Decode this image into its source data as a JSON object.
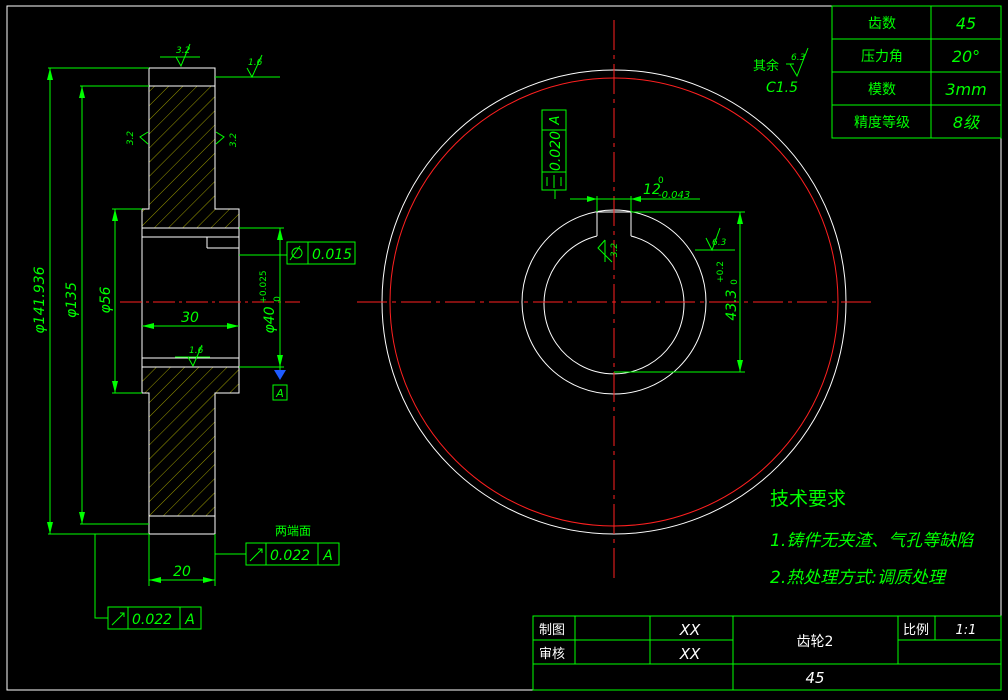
{
  "gear_table": {
    "rows": [
      {
        "label": "齿数",
        "value": "45"
      },
      {
        "label": "压力角",
        "value": "20°"
      },
      {
        "label": "模数",
        "value": "3mm"
      },
      {
        "label": "精度等级",
        "value": "8级"
      }
    ]
  },
  "other_roughness": {
    "label": "其余",
    "value": "6.3",
    "chamfer": "C1.5"
  },
  "section_view": {
    "dim_od": "φ141.936",
    "dim_pitch": "φ135",
    "dim_hub": "φ56",
    "dim_bore": "φ40",
    "bore_tol": "+0.025",
    "bore_tol_low": "0",
    "dim_hub_len": "30",
    "dim_width": "20",
    "rough_top": "3.2",
    "rough_top2": "1.6",
    "rough_left": "3.2",
    "rough_right": "3.2",
    "rough_bore": "1.6",
    "cyl_tol": "0.015",
    "datum": "A",
    "both_faces_label": "两端面",
    "runout1_val": "0.022",
    "runout1_ref": "A",
    "runout2_val": "0.022",
    "runout2_ref": "A"
  },
  "end_view": {
    "sym_val": "0.020",
    "sym_ref": "A",
    "key_width": "12",
    "key_tol_up": "0",
    "key_tol_low": "-0.043",
    "rough_key": "3.2",
    "rough_key2": "6.3",
    "key_depth": "43.3",
    "depth_tol_up": "+0.2",
    "depth_tol_low": "0"
  },
  "requirements": {
    "title": "技术要求",
    "item1": "1.铸件无夹渣、气孔等缺陷",
    "item2": "2.热处理方式:调质处理"
  },
  "title_block": {
    "drawn_label": "制图",
    "drawn_value": "XX",
    "checked_label": "审核",
    "checked_value": "XX",
    "part_name": "齿轮2",
    "scale_label": "比例",
    "scale_value": "1:1",
    "material": "45"
  },
  "colors": {
    "outline": "#ffffff",
    "dimension": "#00ff00",
    "centerline": "#ff2020",
    "hatch": "#c8c800",
    "datum": "#1e5bff"
  }
}
